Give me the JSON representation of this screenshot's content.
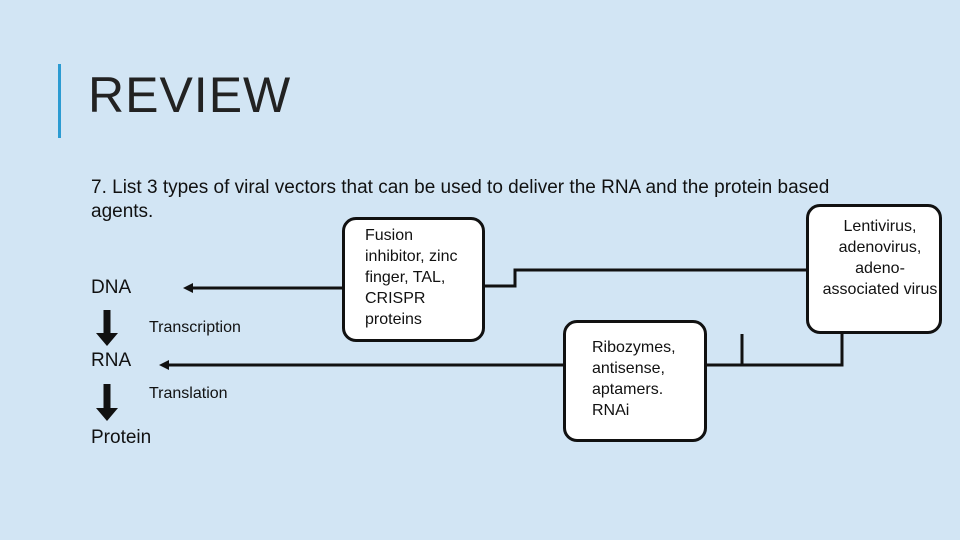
{
  "slide": {
    "title": "REVIEW",
    "question": "7. List 3 types of viral vectors that can be used to deliver the RNA and the protein based agents."
  },
  "diagram": {
    "dna": "DNA",
    "rna": "RNA",
    "protein": "Protein",
    "transcription": "Transcription",
    "translation": "Translation",
    "fusion_box": "Fusion inhibitor, zinc finger, TAL, CRISPR proteins",
    "ribozymes_box": "Ribozymes, antisense, aptamers. RNAi",
    "vectors_box": "Lentivirus, adenovirus, adeno-associated virus"
  },
  "colors": {
    "background": "#d2e5f4",
    "accent": "#2b9bd2",
    "box_fill": "#ffffff",
    "line": "#111111"
  }
}
